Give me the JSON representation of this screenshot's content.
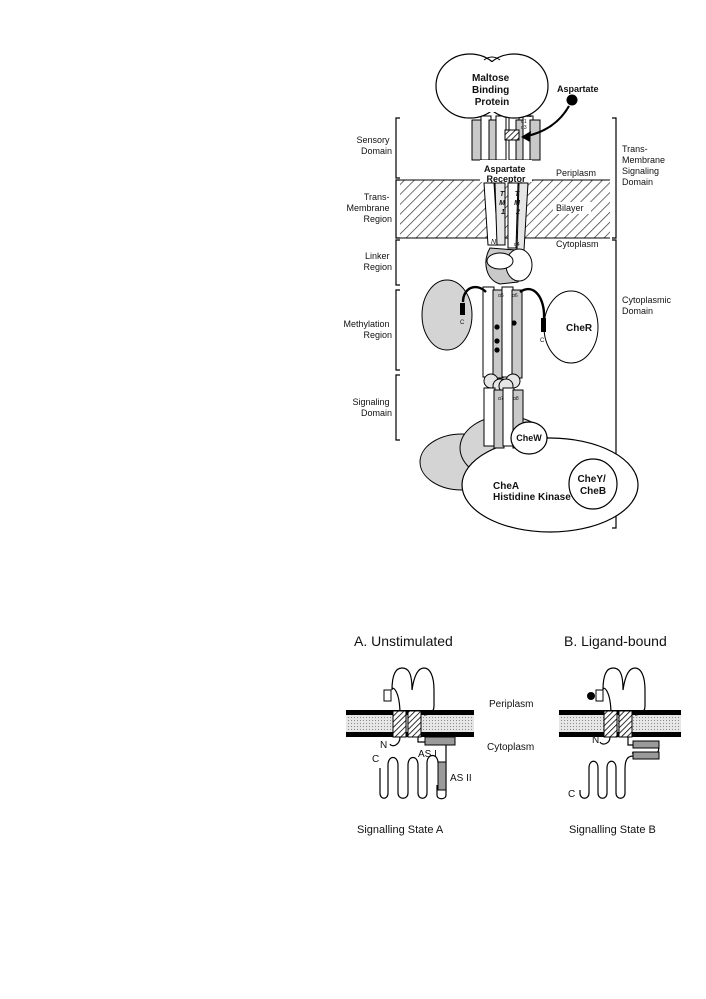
{
  "top_diagram": {
    "left_labels": {
      "sensory": [
        "Sensory",
        "Domain"
      ],
      "transmembrane": [
        "Trans-",
        "Membrane",
        "Region"
      ],
      "linker": [
        "Linker",
        "Region"
      ],
      "methylation": [
        "Methylation",
        "Region"
      ],
      "signaling": [
        "Signaling",
        "Domain"
      ]
    },
    "right_labels": {
      "tm_signaling": [
        "Trans-",
        "Membrane",
        "Signaling",
        "Domain"
      ],
      "periplasm": "Periplasm",
      "bilayer": "Bilayer",
      "cytoplasm": "Cytoplasm",
      "cytoplasmic_domain": [
        "Cytoplasmic",
        "Domain"
      ]
    },
    "components": {
      "mbp": [
        "Maltose",
        "Binding",
        "Protein"
      ],
      "aspartate": "Aspartate",
      "receptor": [
        "Aspartate",
        "Receptor"
      ],
      "tm1": [
        "T",
        "M",
        "1"
      ],
      "tm2": [
        "T",
        "M",
        "2"
      ],
      "n_term": "N",
      "c_term": "C",
      "cher": "CheR",
      "chew": "CheW",
      "chea": [
        "CheA",
        "Histidine Kinase"
      ],
      "cheyb": [
        "CheY/",
        "CheB"
      ]
    },
    "helix_labels": [
      "α1",
      "α2",
      "α3",
      "α4",
      "α5",
      "α6",
      "α7",
      "α8"
    ]
  },
  "bottom_diagram": {
    "panel_a": {
      "title": "A. Unstimulated",
      "caption": "Signalling State A",
      "n_label": "N",
      "c_label": "C",
      "as1": "AS I",
      "as2": "AS II"
    },
    "panel_b": {
      "title": "B. Ligand-bound",
      "caption": "Signalling State B",
      "n_label": "N",
      "c_label": "C"
    },
    "periplasm": "Periplasm",
    "cytoplasm": "Cytoplasm"
  }
}
